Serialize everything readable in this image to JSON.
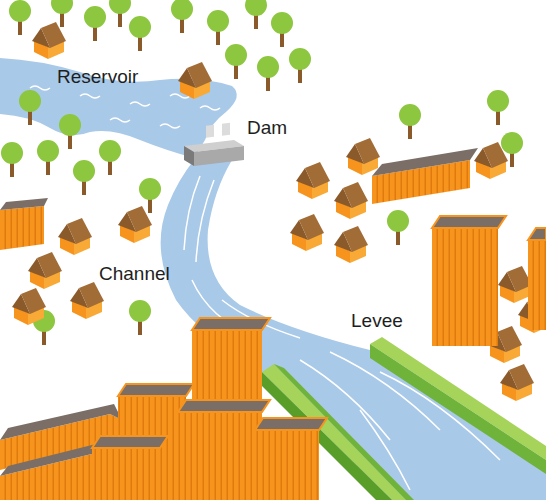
{
  "diagram": {
    "labels": [
      "Reservoir",
      "Dam",
      "Channel",
      "Levee"
    ]
  }
}
